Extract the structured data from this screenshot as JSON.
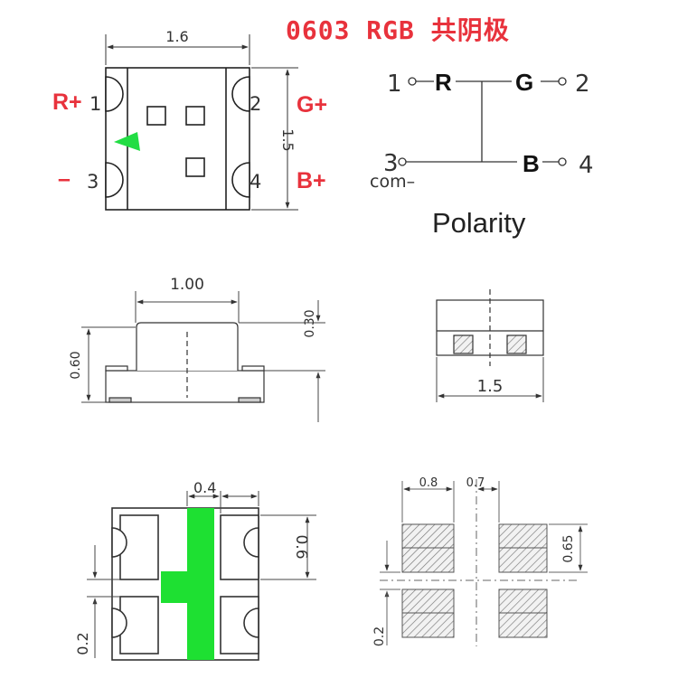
{
  "title": "0603 RGB 共阴极",
  "top_view": {
    "width_dim": "1.6",
    "height_dim": "1.5",
    "pin_left_top_label": "R+",
    "pin_left_top_number": "1",
    "pin_left_bottom_label": "–",
    "pin_left_bottom_number": "3",
    "pin_right_top_number": "2",
    "pin_right_top_label": "G+",
    "pin_right_bottom_number": "4",
    "pin_right_bottom_label": "B+",
    "marker_color": "#22dd44"
  },
  "polarity": {
    "title": "Polarity",
    "pin1": "1",
    "pin2": "2",
    "pin3": "3",
    "pin4": "4",
    "r": "R",
    "g": "G",
    "b": "B",
    "com": "com–"
  },
  "side_view": {
    "lens_width": "1.00",
    "total_height": "0.60",
    "lens_height": "0.30"
  },
  "end_view": {
    "width": "1.5"
  },
  "bottom_view": {
    "center_width": "0.4",
    "pad_height": "0.6",
    "gap": "0.2",
    "center_color": "#1ee032"
  },
  "pad_layout": {
    "pad_width": "0.8",
    "pad_gap": "0.7",
    "pad_height": "0.65",
    "row_gap": "0.2"
  }
}
